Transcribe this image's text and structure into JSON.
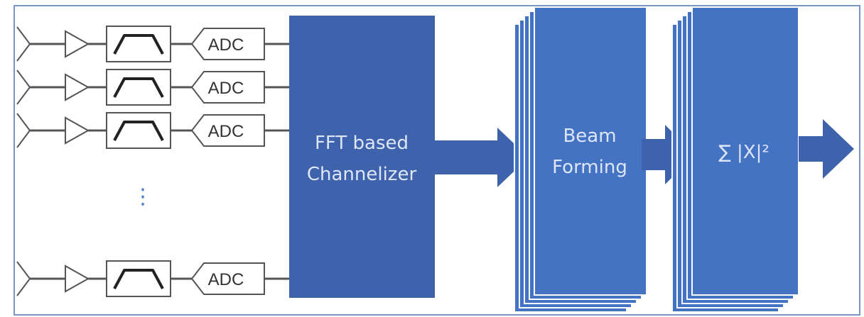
{
  "diagram": {
    "adc_label": "ADC",
    "ellipsis": "⋮",
    "channelizer": {
      "line1": "FFT based",
      "line2": "Channelizer"
    },
    "beamforming": {
      "line1": "Beam",
      "line2": "Forming"
    },
    "power_sum": {
      "label": "∑ |X|²"
    },
    "colors": {
      "border": "#7a96c8",
      "channelizer_fill": "#3f62ad",
      "stack_fill": "#4473c4",
      "stack_stroke": "#ffffff",
      "arrow_fill": "#3f62ad",
      "component_stroke": "#555555",
      "wire": "#555555"
    }
  }
}
